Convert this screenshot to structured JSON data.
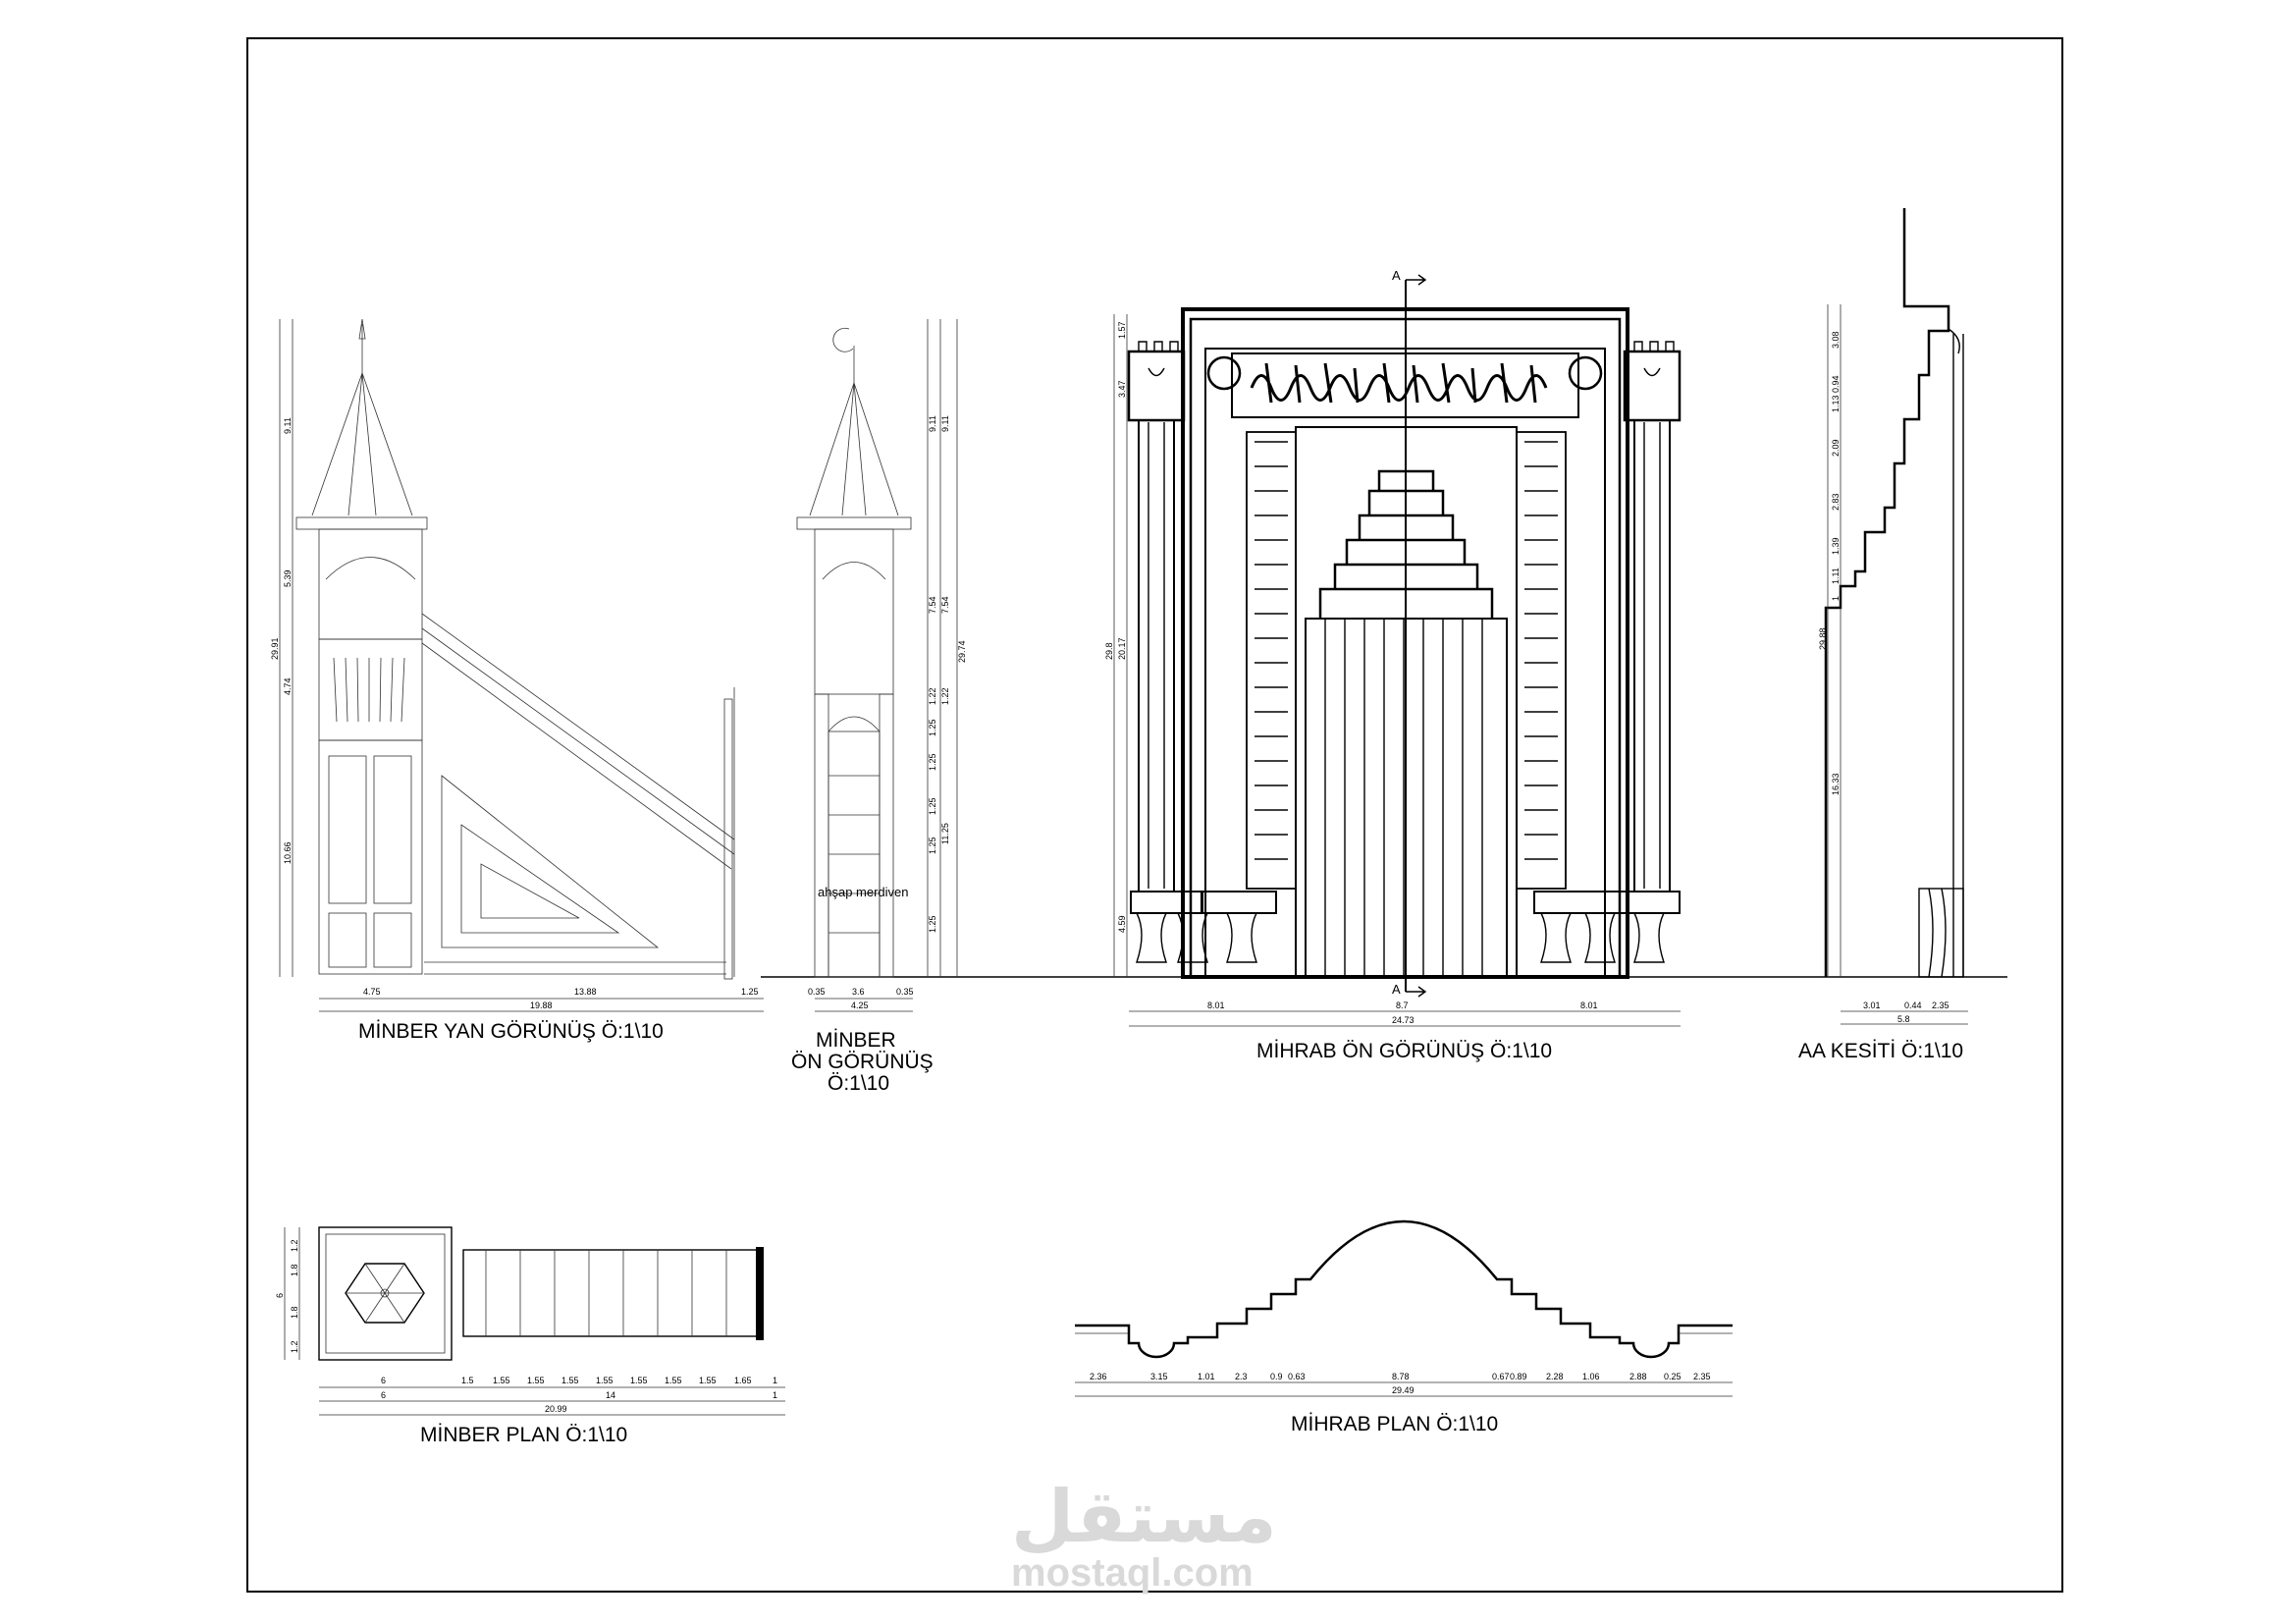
{
  "titles": {
    "minber_side": "MİNBER YAN GÖRÜNÜŞ  Ö:1\\10",
    "minber_front_l1": "MİNBER",
    "minber_front_l2": "ÖN GÖRÜNÜŞ",
    "minber_front_l3": "Ö:1\\10",
    "mihrab_front": "MİHRAB ÖN GÖRÜNÜŞ  Ö:1\\10",
    "aa_section": "AA KESİTİ  Ö:1\\10",
    "minber_plan": "MİNBER PLAN  Ö:1\\10",
    "mihrab_plan": "MİHRAB PLAN  Ö:1\\10"
  },
  "notes": {
    "stair": "ahşap merdiven",
    "section_mark": "A"
  },
  "dims": {
    "side_h": [
      "9.11",
      "5.39",
      "4.74",
      "10.66",
      "29.91"
    ],
    "side_w": [
      "4.75",
      "13.88",
      "1.25",
      "19.88"
    ],
    "front_v1": [
      "9.11",
      "7.54",
      "1.22",
      "1.25",
      "1.25",
      "1.25",
      "1.25",
      "1.25"
    ],
    "front_v2": [
      "9.11",
      "7.54",
      "1.22",
      "11.25"
    ],
    "front_v3": "29.74",
    "front_w": [
      "0.35",
      "3.6",
      "0.35",
      "4.25"
    ],
    "mihrab_v": [
      "1.57",
      "3.47",
      "29.8",
      "20.17",
      "4.59"
    ],
    "mihrab_w": [
      "8.01",
      "8.7",
      "8.01",
      "24.73"
    ],
    "aa_v": [
      "3.08",
      "0.94",
      "1.13",
      "2.09",
      "2.83",
      "1.39",
      "1.11",
      "1",
      "16.33",
      "29.88"
    ],
    "aa_w": [
      "3.01",
      "0.44",
      "2.35",
      "5.8"
    ],
    "plan_v": [
      "1.2",
      "1.8",
      "1.8",
      "1.2",
      "6"
    ],
    "plan_w1": [
      "6",
      "1.5",
      "1.55",
      "1.55",
      "1.55",
      "1.55",
      "1.55",
      "1.55",
      "1.55",
      "1.65",
      "1"
    ],
    "plan_w2": [
      "6",
      "14",
      "1"
    ],
    "plan_w3": "20.99",
    "mplan_w": [
      "2.36",
      "3.15",
      "1.01",
      "2.3",
      "0.9",
      "0.63",
      "8.78",
      "0.67",
      "0.89",
      "2.28",
      "1.06",
      "2.88",
      "0.25",
      "2.35"
    ],
    "mplan_total": "29.49"
  },
  "watermark": {
    "arabic": "مستقل",
    "latin": "mostaql.com"
  }
}
